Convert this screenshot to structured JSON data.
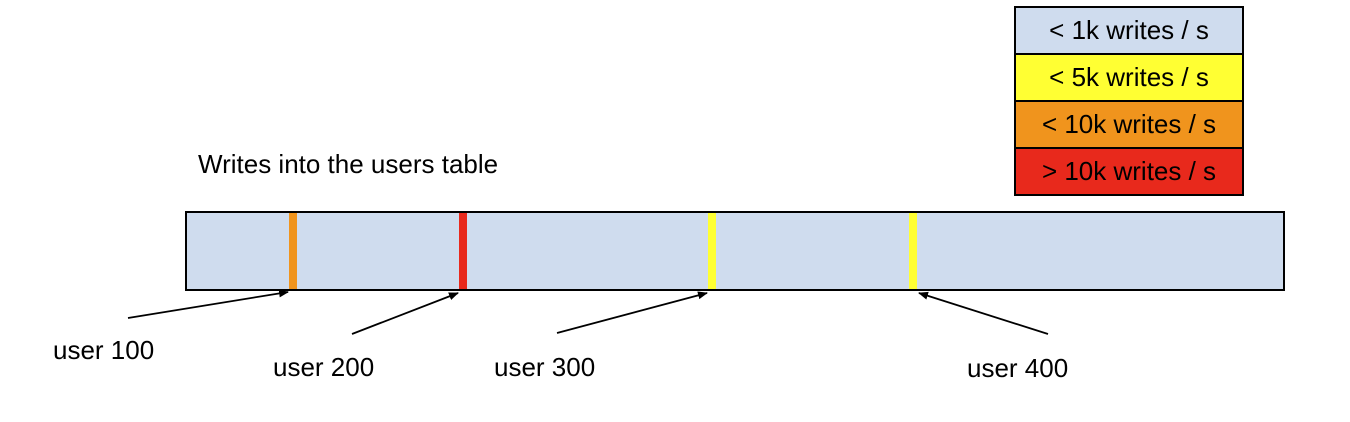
{
  "title": "Writes into the users table",
  "legend": {
    "items": [
      {
        "label": "< 1k writes / s",
        "color": "#cfdcee"
      },
      {
        "label": "< 5k writes / s",
        "color": "#ffff33"
      },
      {
        "label": "< 10k writes / s",
        "color": "#f0941d"
      },
      {
        "label": "> 10k writes / s",
        "color": "#e8291c"
      }
    ]
  },
  "bar": {
    "fill_color": "#cfdcee",
    "border_color": "#000000",
    "ticks": [
      {
        "user": "user 100",
        "rate": "< 10k writes / s",
        "color": "#f0941d"
      },
      {
        "user": "user 200",
        "rate": "> 10k writes / s",
        "color": "#e8291c"
      },
      {
        "user": "user 300",
        "rate": "< 5k writes / s",
        "color": "#ffff33"
      },
      {
        "user": "user 400",
        "rate": "< 5k writes / s",
        "color": "#ffff33"
      }
    ]
  },
  "labels": [
    "user 100",
    "user 200",
    "user 300",
    "user 400"
  ]
}
